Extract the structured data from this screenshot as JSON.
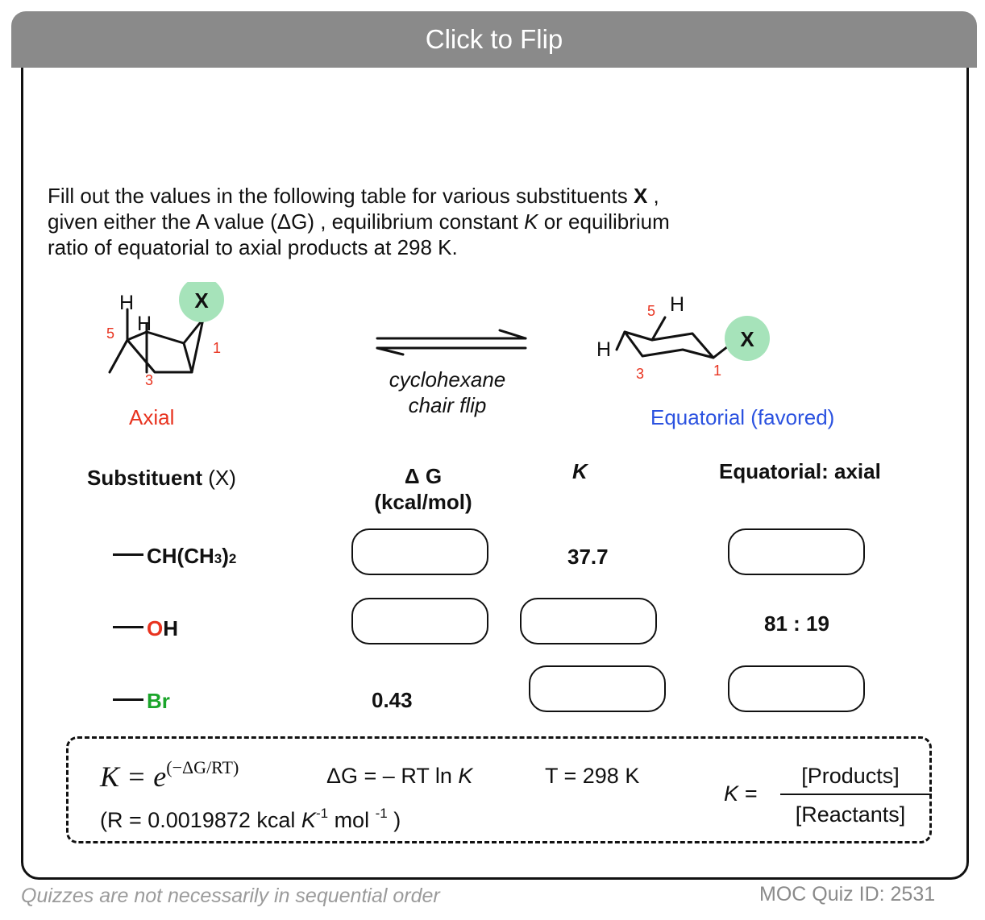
{
  "header": {
    "flip_label": "Click to Flip"
  },
  "instructions": {
    "line1_pre": "Fill out the values in the following table for various substituents ",
    "line1_bold": "X",
    "line1_post": " ,",
    "line2_pre": "given either the A value (ΔG) , equilibrium constant ",
    "line2_italic": "K",
    "line2_post": " or equilibrium",
    "line3": "ratio of equatorial to axial products at 298 K."
  },
  "diagram": {
    "axial_label": "Axial",
    "equatorial_label": "Equatorial (favored)",
    "arrow_caption_1": "cyclohexane",
    "arrow_caption_2": "chair flip",
    "atom_x": "X",
    "atom_h": "H",
    "num_1": "1",
    "num_3": "3",
    "num_5": "5",
    "colors": {
      "red": "#e8331f",
      "blue": "#2b52e0",
      "green_ball": "#a6e3ba"
    }
  },
  "table": {
    "headers": {
      "substituent": "Substituent",
      "substituent_x": "(X)",
      "dg_line1": "Δ G",
      "dg_line2": "(kcal/mol)",
      "k": "K",
      "ratio": "Equatorial: axial"
    },
    "rows": [
      {
        "sub_pre": "CH(CH",
        "sub_sub1": "3",
        "sub_mid": ")",
        "sub_sub2": "2",
        "k": "37.7"
      },
      {
        "sub_o": "O",
        "sub_h": "H",
        "ratio": "81 : 19"
      },
      {
        "sub_br": "Br",
        "dg": "0.43"
      }
    ]
  },
  "formulas": {
    "k_exp_base": "K = e",
    "k_exp_sup": "(−ΔG/RT)",
    "dg_pre": "ΔG = – RT ln ",
    "dg_k": "K",
    "temp": "T = 298 K",
    "r_pre": "(R = 0.0019872  kcal ",
    "r_k": "K",
    "r_k_sup": "-1",
    "r_mol": "  mol ",
    "r_mol_sup": "-1",
    "r_post": " )",
    "ratio_lhs": "K =",
    "ratio_num": "[Products]",
    "ratio_den": "[Reactants]"
  },
  "footer": {
    "note": "Quizzes are not necessarily in sequential order",
    "quiz_id": "MOC Quiz ID: 2531"
  }
}
